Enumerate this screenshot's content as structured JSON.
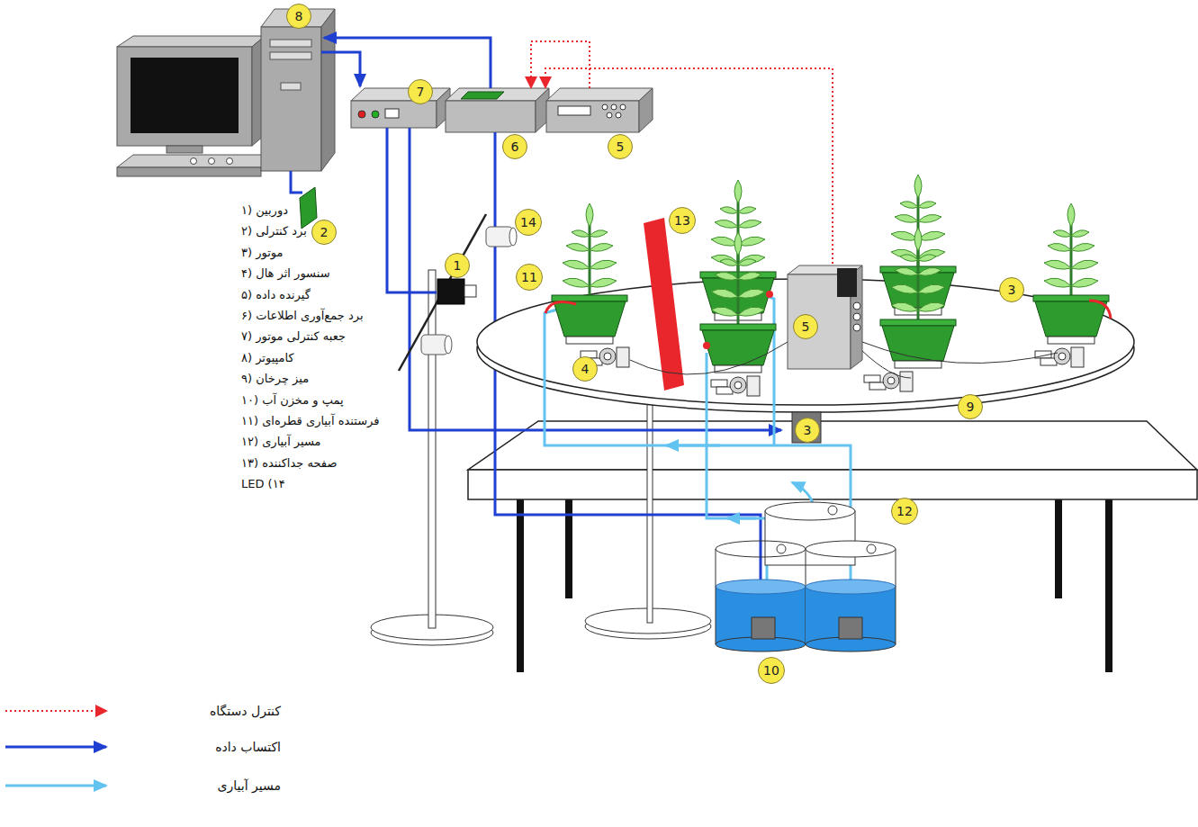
{
  "diagram": {
    "nodes": [
      {
        "text": [
          "8"
        ]
      },
      {
        "text": [
          "7"
        ]
      },
      {
        "text": [
          "6"
        ]
      },
      {
        "text": [
          "5"
        ]
      },
      {
        "text": [
          "2"
        ]
      },
      {
        "text": [
          "14"
        ]
      },
      {
        "text": [
          "13"
        ]
      },
      {
        "text": [
          "1"
        ]
      },
      {
        "text": [
          "11"
        ]
      },
      {
        "text": [
          "3"
        ]
      },
      {
        "text": [
          "5"
        ]
      },
      {
        "text": [
          "4"
        ]
      },
      {
        "text": [
          "9"
        ]
      },
      {
        "text": [
          "3"
        ]
      },
      {
        "text": [
          "12"
        ]
      },
      {
        "text": [
          "10"
        ]
      }
    ],
    "labels": [
      "۱) دوربین",
      "۲) برد کنترلی",
      "۳) موتور",
      "۴) سنسور اثر هال",
      "۵) گیرنده داده",
      "۶) برد جمع‌آوری اطلاعات",
      "۷) جعبه کنترلی موتور",
      "۸) کامپیوتر",
      "۹) میز چرخان",
      "۱۰) پمپ و مخزن آب",
      "۱۱) فرستنده آبیاری قطره‌ای",
      "۱۲) مسیر آبیاری",
      "۱۳) صفحه جداکننده",
      "LED (۱۴"
    ],
    "legend": [
      {
        "text": "کنترل دستگاه"
      },
      {
        "text": "اکتساب داده"
      },
      {
        "text": "مسیر آبیاری"
      }
    ]
  }
}
